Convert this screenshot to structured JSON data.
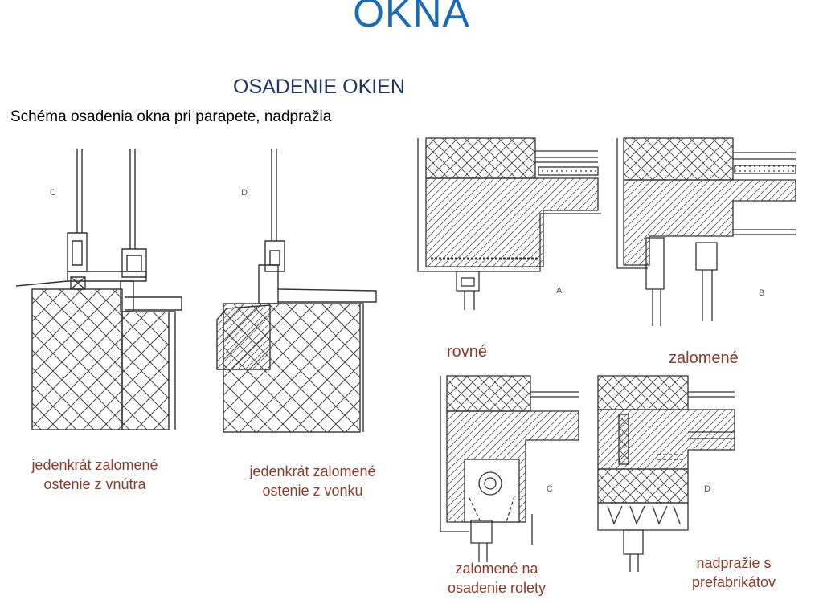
{
  "title": "OKNA",
  "subtitle": "OSADENIE OKIEN",
  "description": "Schéma osadenia okna pri parapete, nadpražia",
  "colors": {
    "title": "#1a6bb3",
    "subtitle": "#1f3563",
    "caption": "#8a3a2b",
    "line": "#333333"
  },
  "sill_details": [
    {
      "letter": "C",
      "caption_line1": "jedenkrát zalomené",
      "caption_line2": "ostenie z  vnútra"
    },
    {
      "letter": "D",
      "caption_line1": "jedenkrát zalomené",
      "caption_line2": "ostenie z  vonku"
    }
  ],
  "lintel_details": [
    {
      "letter": "A"
    },
    {
      "letter": "B"
    },
    {
      "letter": "C"
    },
    {
      "letter": "D"
    }
  ],
  "captions": {
    "straight": "rovné",
    "offset": "zalomené",
    "shutter_line1": "zalomené na",
    "shutter_line2": "osadenie rolety",
    "prefab_line1": "nadpražie s",
    "prefab_line2": "prefabrikátov"
  }
}
